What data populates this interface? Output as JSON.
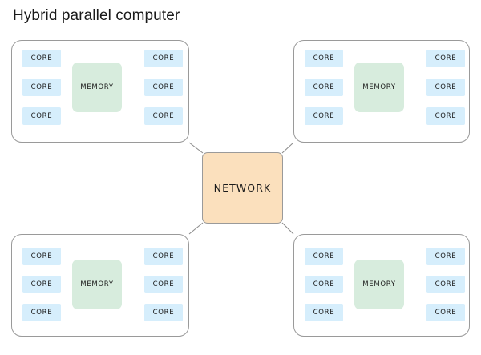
{
  "diagram": {
    "title": "Hybrid parallel computer",
    "center": {
      "label": "NETWORK",
      "color": "#fbe0bd"
    },
    "colors": {
      "core_fill": "#d6eefc",
      "memory_fill": "#d7ecdd",
      "network_fill": "#fbe0bd",
      "panel_border": "#9a9a9a",
      "edge_line": "#8d8d8d",
      "title_text": "#1a1a1a",
      "background": "#ffffff"
    },
    "nodes": [
      {
        "id": "node-top-left",
        "memory": "MEMORY",
        "cores_left": [
          "CORE",
          "CORE",
          "CORE"
        ],
        "cores_right": [
          "CORE",
          "CORE",
          "CORE"
        ]
      },
      {
        "id": "node-top-right",
        "memory": "MEMORY",
        "cores_left": [
          "CORE",
          "CORE",
          "CORE"
        ],
        "cores_right": [
          "CORE",
          "CORE",
          "CORE"
        ]
      },
      {
        "id": "node-bottom-left",
        "memory": "MEMORY",
        "cores_left": [
          "CORE",
          "CORE",
          "CORE"
        ],
        "cores_right": [
          "CORE",
          "CORE",
          "CORE"
        ]
      },
      {
        "id": "node-bottom-right",
        "memory": "MEMORY",
        "cores_left": [
          "CORE",
          "CORE",
          "CORE"
        ],
        "cores_right": [
          "CORE",
          "CORE",
          "CORE"
        ]
      }
    ]
  }
}
